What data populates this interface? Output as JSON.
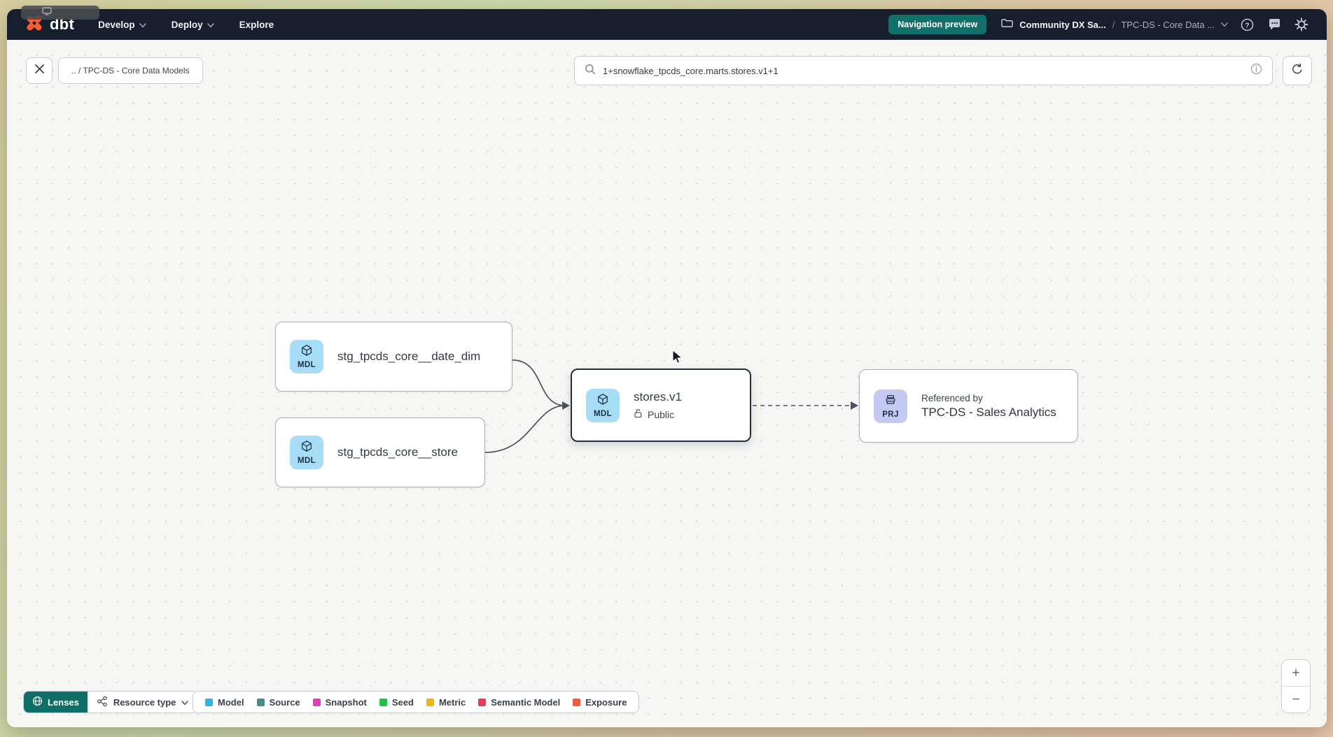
{
  "navbar": {
    "logo_text": "dbt",
    "menu": [
      {
        "label": "Develop"
      },
      {
        "label": "Deploy"
      },
      {
        "label": "Explore"
      }
    ],
    "preview_badge": "Navigation preview",
    "breadcrumb": {
      "project": "Community DX Sa...",
      "separator": "/",
      "section": "TPC-DS - Core Data ..."
    }
  },
  "toolbar": {
    "context_chip": ".. / TPC-DS - Core Data Models",
    "search_value": "1+snowflake_tpcds_core.marts.stores.v1+1"
  },
  "graph": {
    "nodes": [
      {
        "badge": "MDL",
        "label": "stg_tpcds_core__date_dim"
      },
      {
        "badge": "MDL",
        "label": "stg_tpcds_core__store"
      },
      {
        "badge": "MDL",
        "label": "stores.v1",
        "access": "Public"
      },
      {
        "badge": "PRJ",
        "sublabel": "Referenced by",
        "label": "TPC-DS - Sales Analytics"
      }
    ]
  },
  "footer": {
    "lenses_label": "Lenses",
    "resource_type_label": "Resource type",
    "legend": [
      {
        "label": "Model",
        "color": "#29b5e8"
      },
      {
        "label": "Source",
        "color": "#438f8c"
      },
      {
        "label": "Snapshot",
        "color": "#e23ebe"
      },
      {
        "label": "Seed",
        "color": "#1ec244"
      },
      {
        "label": "Metric",
        "color": "#e9b80c"
      },
      {
        "label": "Semantic Model",
        "color": "#ee3a54"
      },
      {
        "label": "Exposure",
        "color": "#f05c3b"
      }
    ]
  },
  "zoom_controls": {
    "zoom_in": "+",
    "zoom_out": "−"
  }
}
